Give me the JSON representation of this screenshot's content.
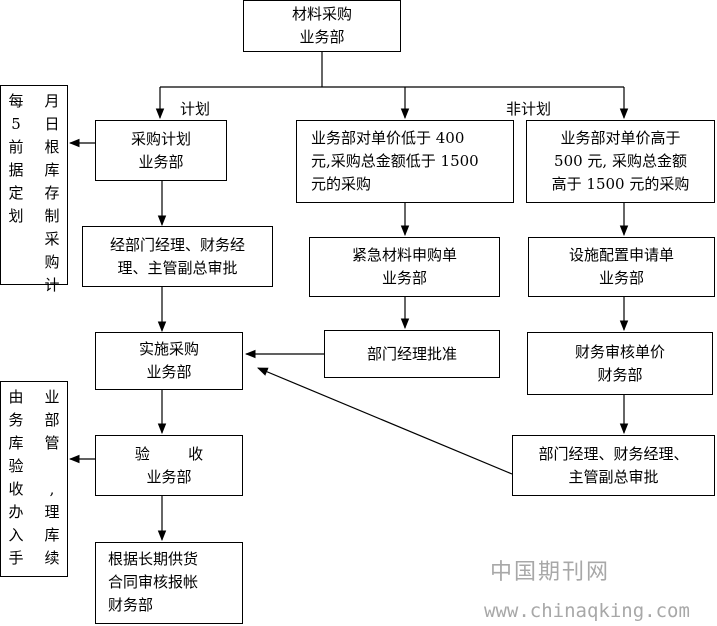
{
  "nodes": {
    "top": [
      "材料采购",
      "业务部"
    ],
    "plan": [
      "采购计划",
      "业务部"
    ],
    "approve_managers": [
      "经部门经理、财务经",
      "理、主管副总审批"
    ],
    "low_price": [
      "业务部对单价低于  400",
      "元,采购总金额低于 1500",
      "元的采购"
    ],
    "high_price": [
      "业务部对单价高于",
      "500  元, 采购总金额",
      "高于 1500 元的采购"
    ],
    "urgent": [
      "紧急材料申购单",
      "业务部"
    ],
    "dept_approve": [
      "部门经理批准"
    ],
    "facility": [
      "设施配置申请单",
      "业务部"
    ],
    "finance_review": [
      "财务审核单价",
      "财务部"
    ],
    "implement": [
      "实施采购",
      "业务部"
    ],
    "final_approve": [
      "部门经理、财务经理、",
      "主管副总审批"
    ],
    "acceptance": [
      "验        收",
      "业务部"
    ],
    "contract": [
      "根据长期供货",
      "合同审核报帐",
      "财务部"
    ]
  },
  "side_notes": {
    "monthly": [
      [
        "每",
        "5",
        "前",
        "据",
        "定",
        "划"
      ],
      [
        "月",
        "日",
        "根",
        "库",
        "存",
        "制",
        "采",
        "购",
        "计"
      ]
    ],
    "warehouse": [
      [
        "由",
        "务",
        "库",
        "验",
        "收",
        "办",
        "入",
        "手"
      ],
      [
        "业",
        "部",
        "管",
        "",
        ",",
        "理",
        "库",
        "续"
      ]
    ]
  },
  "edge_labels": {
    "planned": "计划",
    "unplanned": "非计划"
  },
  "watermark": {
    "cn": "中国期刊网",
    "url": "www.chinaqking.com"
  },
  "colors": {
    "line": "#000000",
    "watermark": "#a8a8a8"
  }
}
